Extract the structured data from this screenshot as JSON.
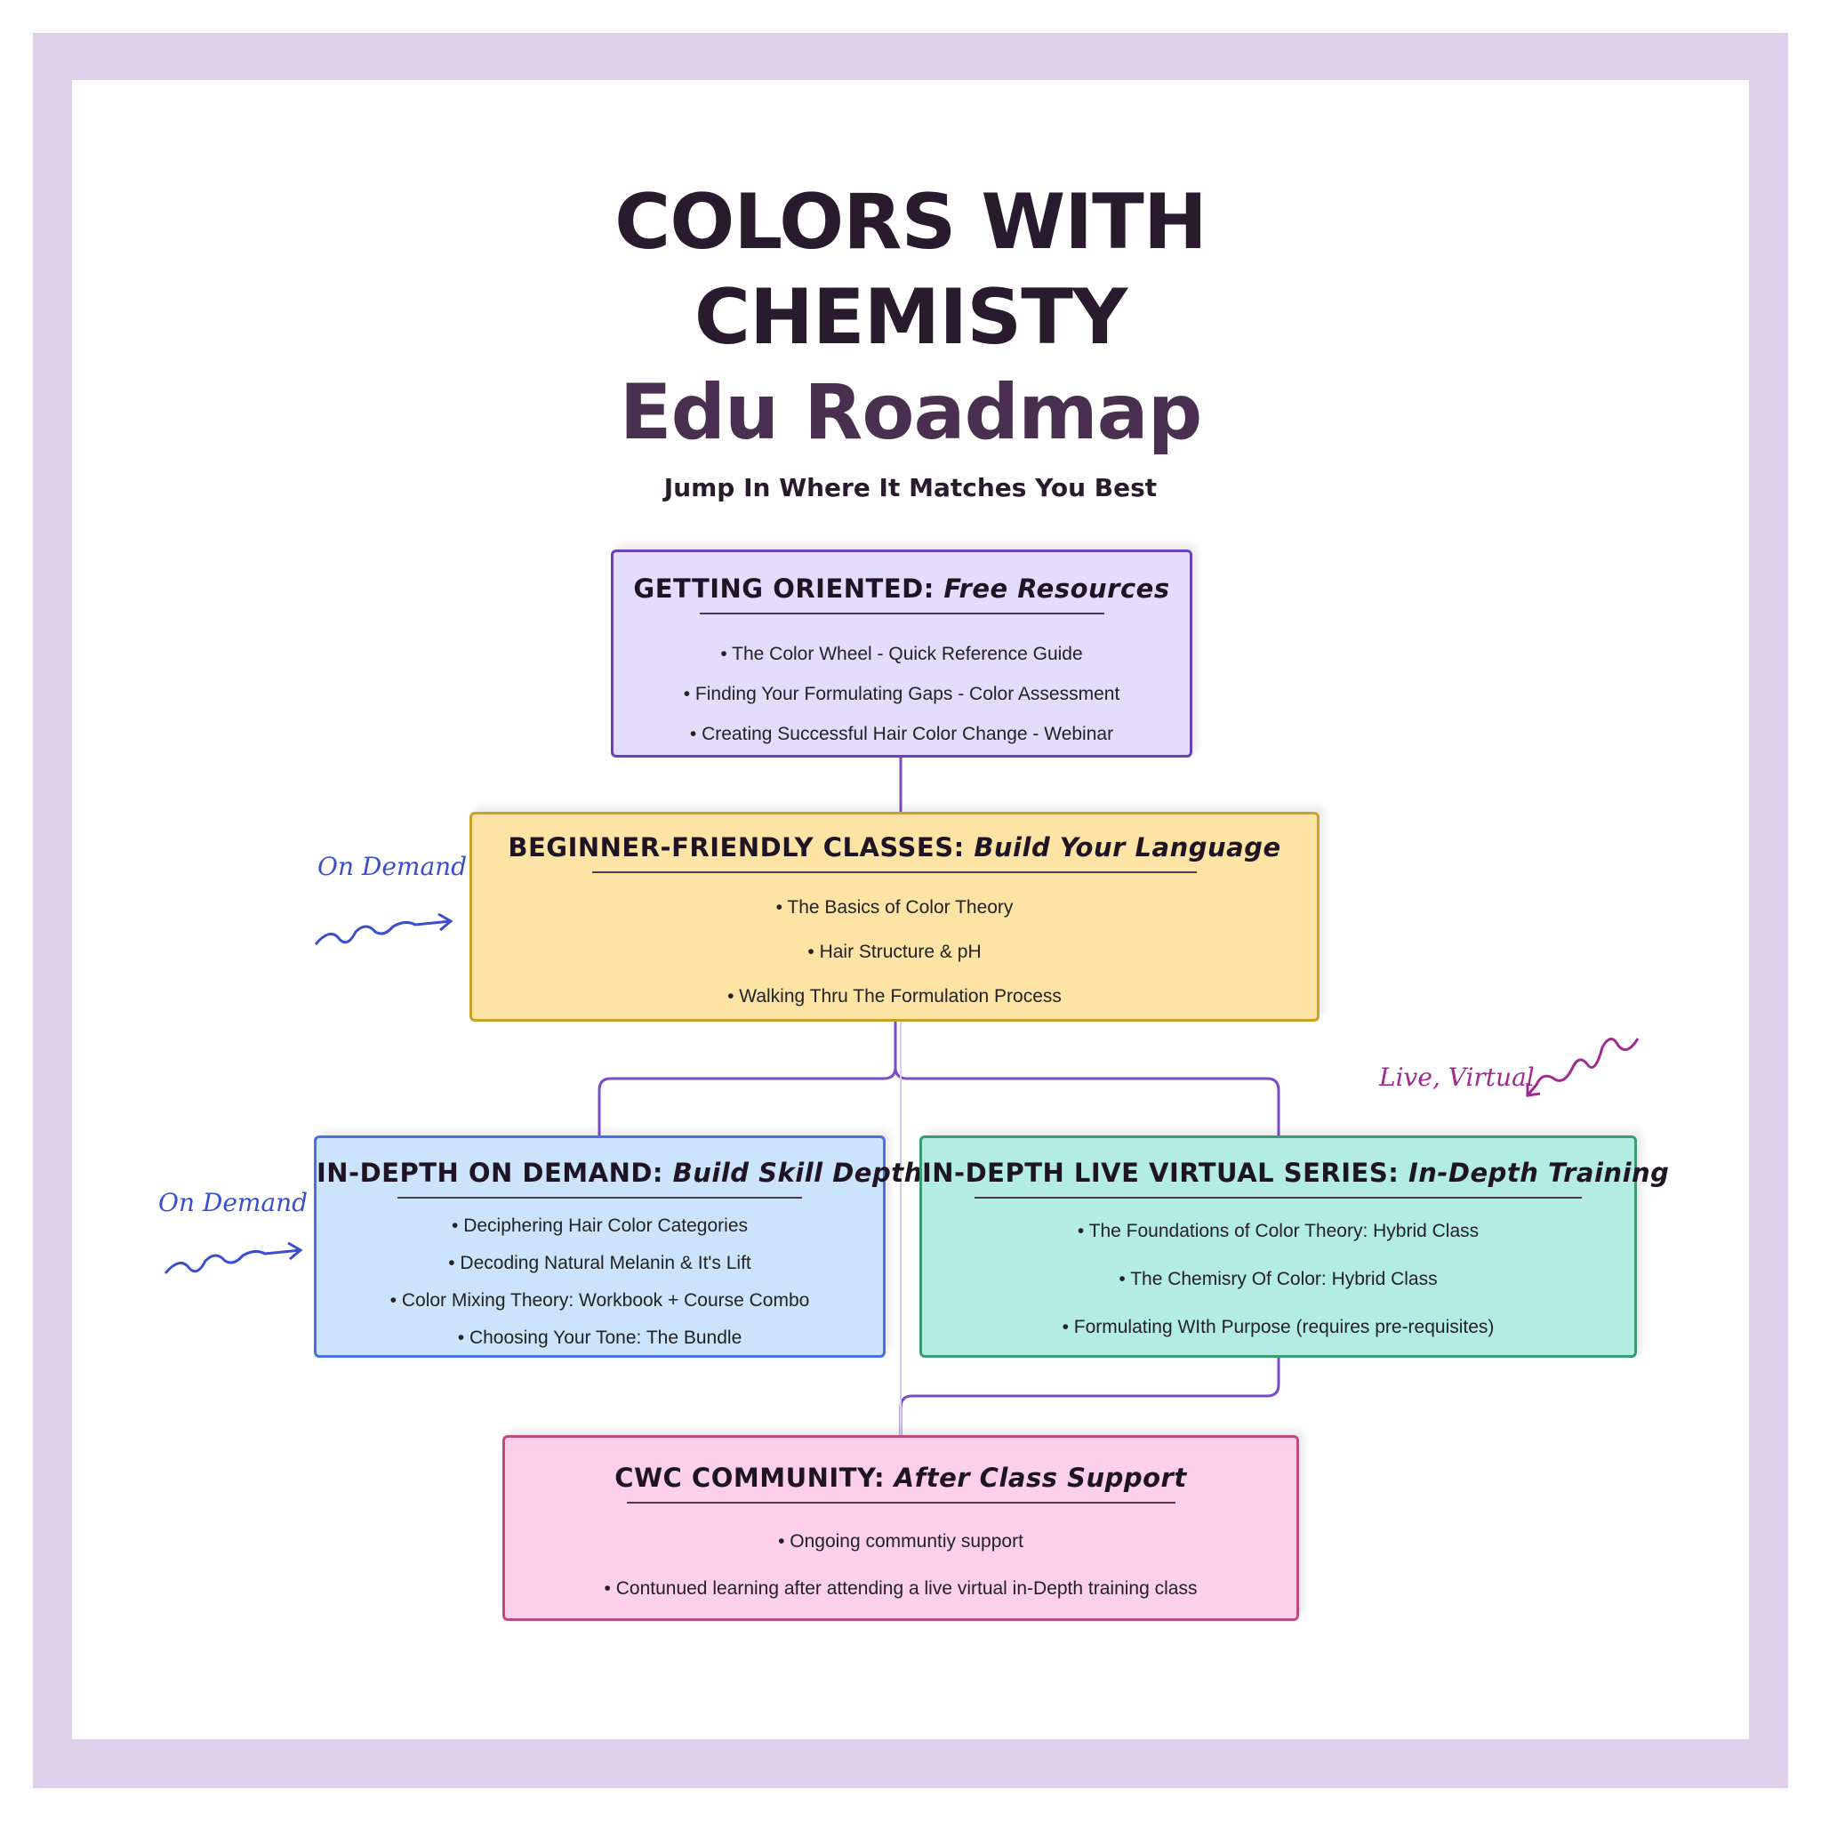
{
  "title": {
    "line1": "COLORS WITH",
    "line2": "CHEMISTY",
    "line3": "Edu Roadmap",
    "subtitle": "Jump In Where It Matches You Best"
  },
  "boxes": [
    {
      "heading": "GETTING ORIENTED:",
      "subheading": "Free Resources",
      "items": [
        "The Color Wheel - Quick Reference Guide",
        "Finding Your Formulating Gaps - Color Assessment",
        "Creating Successful Hair Color Change - Webinar"
      ]
    },
    {
      "heading": "BEGINNER-FRIENDLY CLASSES:",
      "subheading": "Build Your Language",
      "items": [
        "The Basics of Color Theory",
        "Hair Structure & pH",
        "Walking Thru The Formulation Process"
      ]
    },
    {
      "heading": "IN-DEPTH ON DEMAND:",
      "subheading": "Build Skill Depth",
      "items": [
        "Deciphering Hair Color Categories",
        "Decoding Natural Melanin & It's Lift",
        "Color Mixing Theory: Workbook + Course Combo",
        "Choosing Your Tone: The Bundle"
      ]
    },
    {
      "heading": "IN-DEPTH LIVE VIRTUAL SERIES:",
      "subheading": "In-Depth Training",
      "items": [
        "The Foundations of Color Theory: Hybrid Class",
        "The Chemisry Of Color: Hybrid Class",
        "Formulating WIth Purpose (requires pre-requisites)"
      ]
    },
    {
      "heading": "CWC COMMUNITY:",
      "subheading": "After Class Support",
      "items": [
        "Ongoing communtiy support",
        "Contunued learning after attending a live virtual in-Depth training class"
      ]
    }
  ],
  "annotations": {
    "on_demand_1": "On Demand",
    "on_demand_2": "On Demand",
    "live_virtual": "Live, Virtual"
  },
  "colors": {
    "frame": "#dfd0ea",
    "connector": "#7a4cc8",
    "on_demand": "#3a4fd0",
    "live_virtual": "#a02a90"
  }
}
